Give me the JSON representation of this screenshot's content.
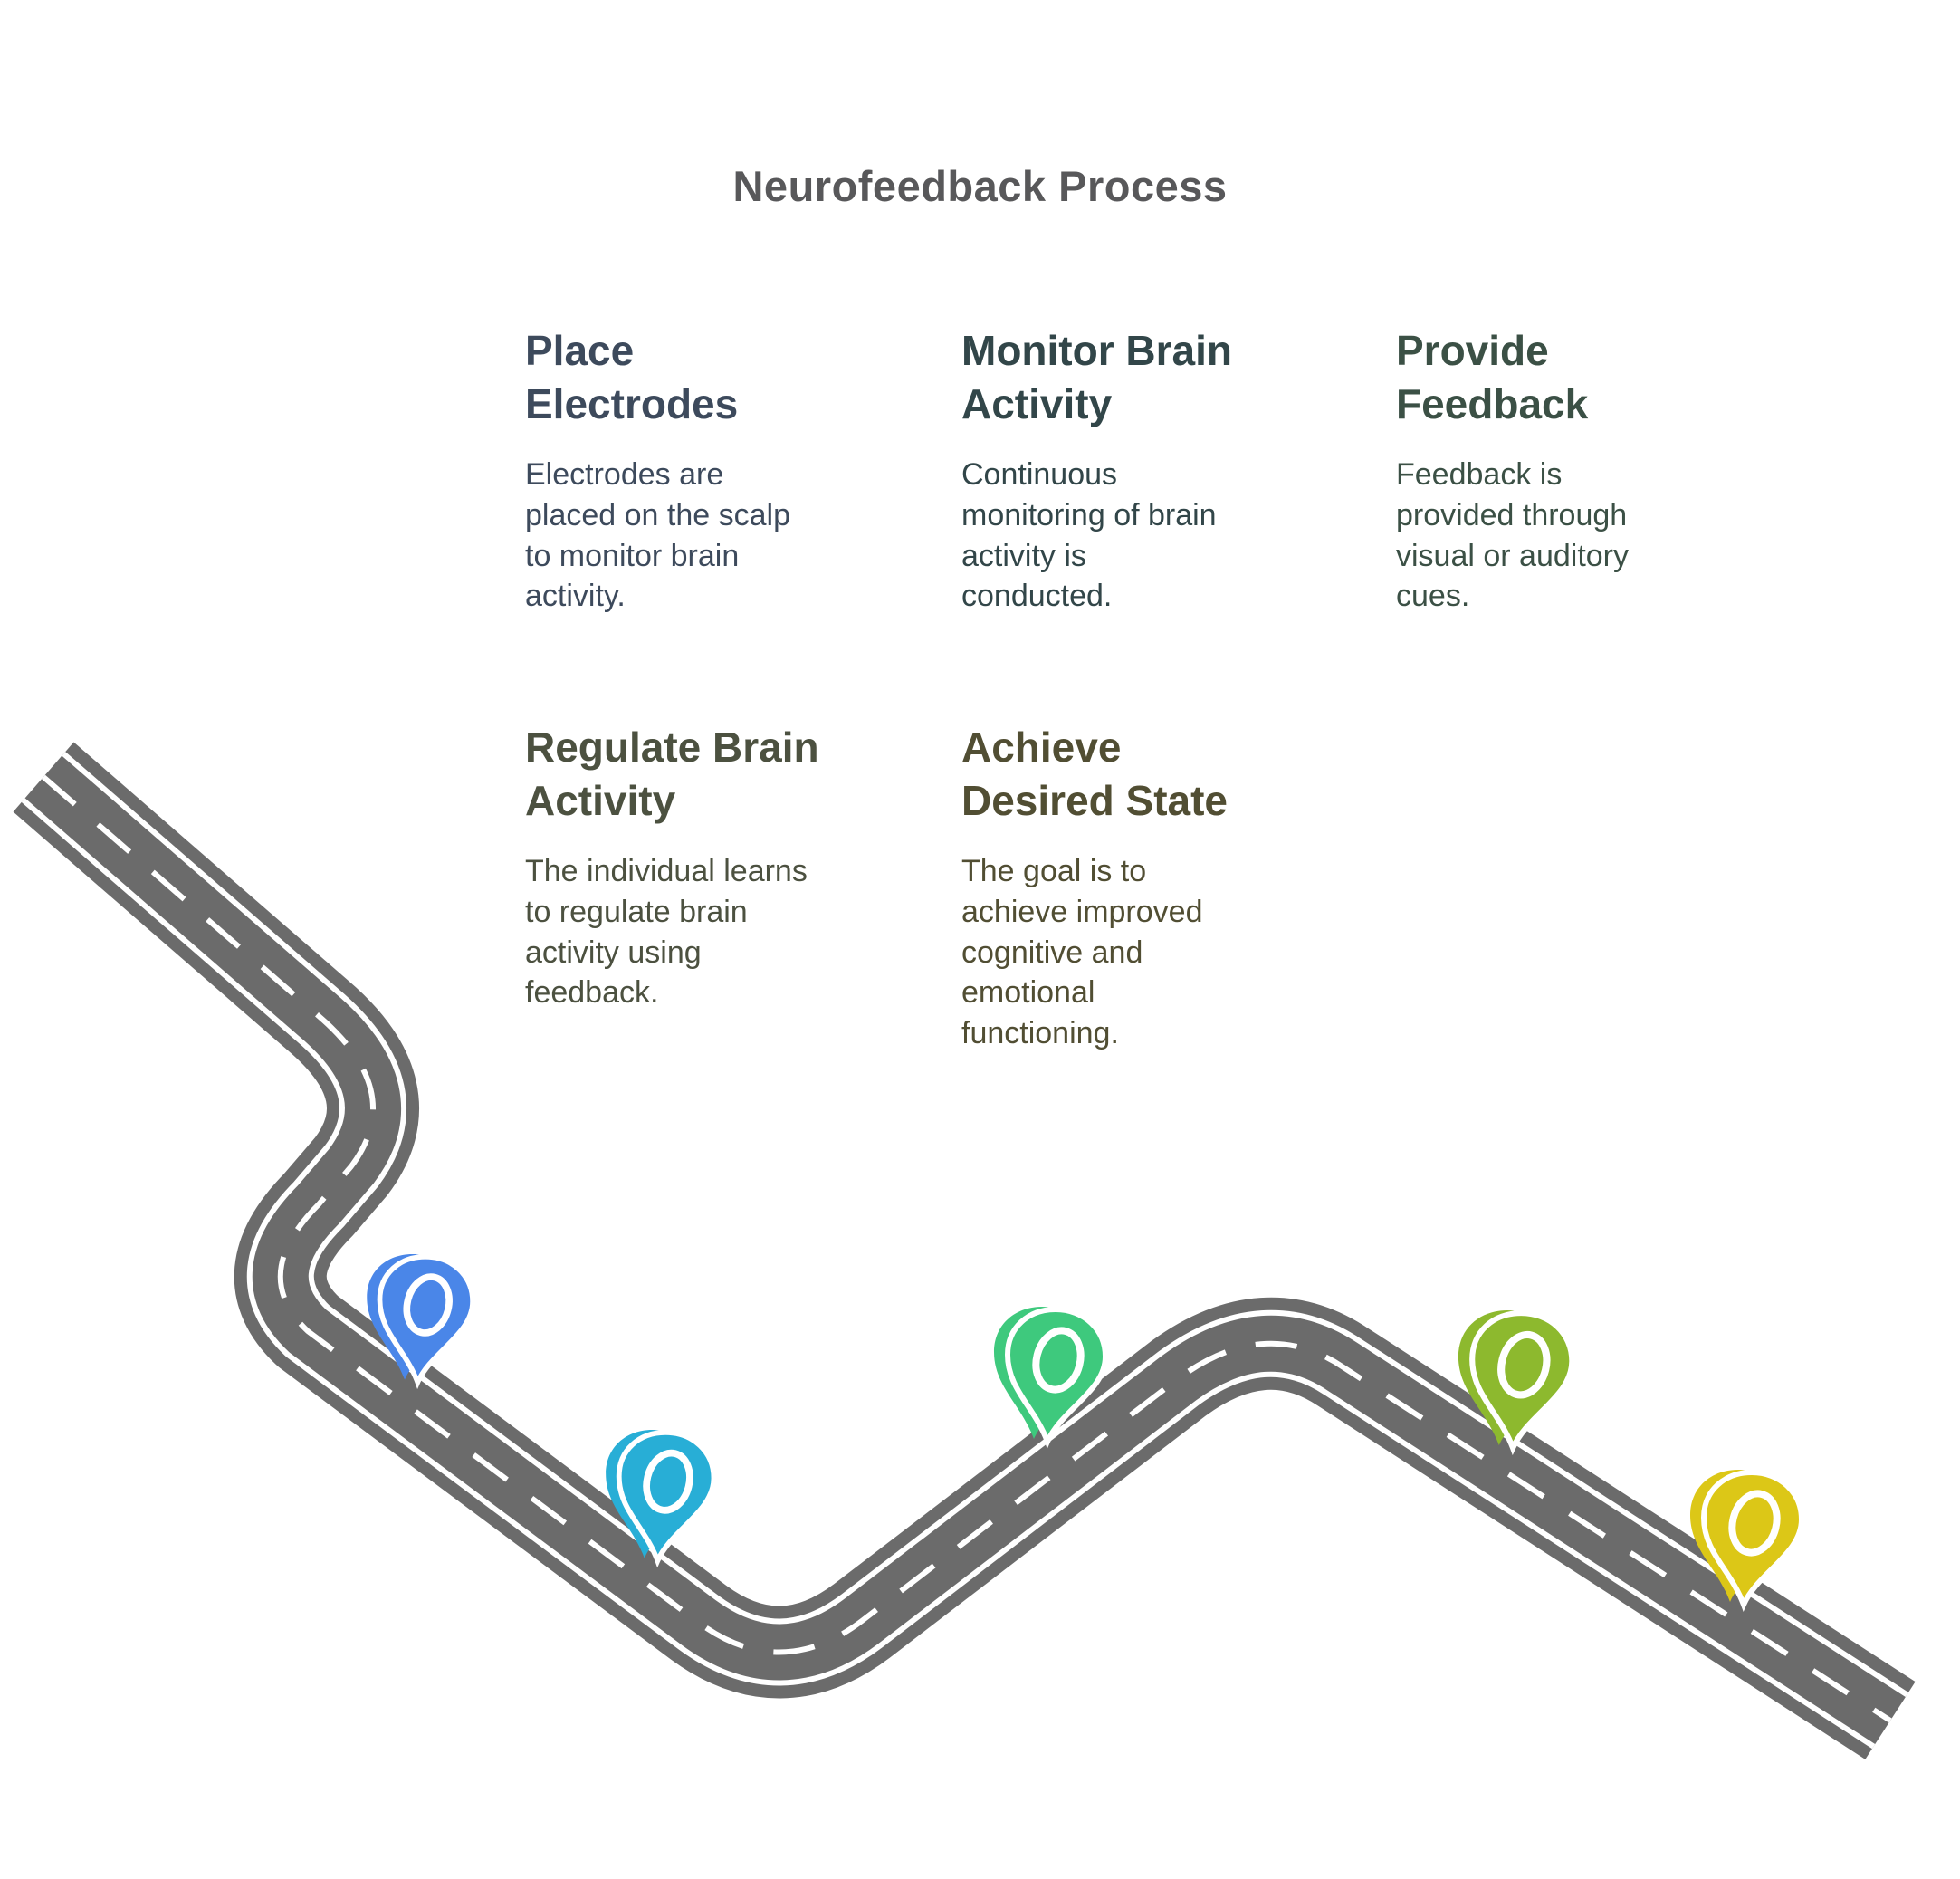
{
  "title": {
    "text": "Neurofeedback Process",
    "color": "#58585a"
  },
  "road": {
    "color": "#6b6b6b",
    "line_color": "#ffffff"
  },
  "steps": [
    {
      "heading": "Place\nElectrodes",
      "body": "Electrodes are\nplaced on the scalp\nto monitor brain\nactivity.",
      "text_color": "#3d4a5c",
      "pin_color": "#4a86e8"
    },
    {
      "heading": "Monitor Brain\nActivity",
      "body": "Continuous\nmonitoring of brain\nactivity is\nconducted.",
      "text_color": "#324649",
      "pin_color": "#28aed6"
    },
    {
      "heading": "Provide\nFeedback",
      "body": "Feedback is\nprovided through\nvisual or auditory\ncues.",
      "text_color": "#3b5045",
      "pin_color": "#3ec97d"
    },
    {
      "heading": "Regulate Brain\nActivity",
      "body": "The individual learns\nto regulate brain\nactivity using\nfeedback.",
      "text_color": "#4c5140",
      "pin_color": "#8db92e"
    },
    {
      "heading": "Achieve\nDesired State",
      "body": "The goal is to\nachieve improved\ncognitive and\nemotional\nfunctioning.",
      "text_color": "#514e33",
      "pin_color": "#dcc717"
    }
  ]
}
